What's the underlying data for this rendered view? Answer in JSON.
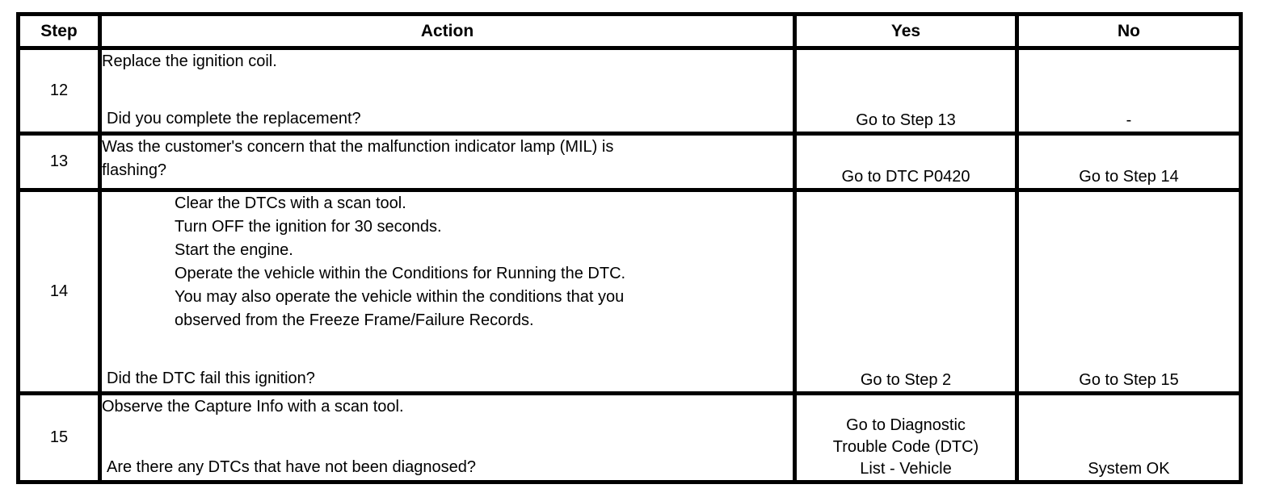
{
  "table": {
    "headers": {
      "step": "Step",
      "action": "Action",
      "yes": "Yes",
      "no": "No"
    },
    "rows": [
      {
        "step": "12",
        "action_lines": [
          "Replace the ignition coil."
        ],
        "question": "Did you complete the replacement?",
        "yes": "Go to Step 13",
        "no": "-"
      },
      {
        "step": "13",
        "action_lines": [
          "Was the customer's concern that the malfunction indicator lamp (MIL) is",
          "flashing?"
        ],
        "question": "",
        "yes": "Go to DTC P0420",
        "no": "Go to Step 14"
      },
      {
        "step": "14",
        "action_lines": [
          "Clear the DTCs with a scan tool.",
          "Turn OFF the ignition for 30 seconds.",
          "Start the engine.",
          "Operate the vehicle within the Conditions for Running the DTC.",
          "You may also operate the vehicle within the conditions that you",
          "observed from the Freeze Frame/Failure Records."
        ],
        "question": "Did the DTC fail this ignition?",
        "yes": "Go to Step 2",
        "no": "Go to Step 15"
      },
      {
        "step": "15",
        "action_lines": [
          "Observe the Capture Info with a scan tool."
        ],
        "question": "Are there any DTCs that have not been diagnosed?",
        "yes": "Go to Diagnostic Trouble Code (DTC) List - Vehicle",
        "no": "System OK"
      }
    ]
  }
}
